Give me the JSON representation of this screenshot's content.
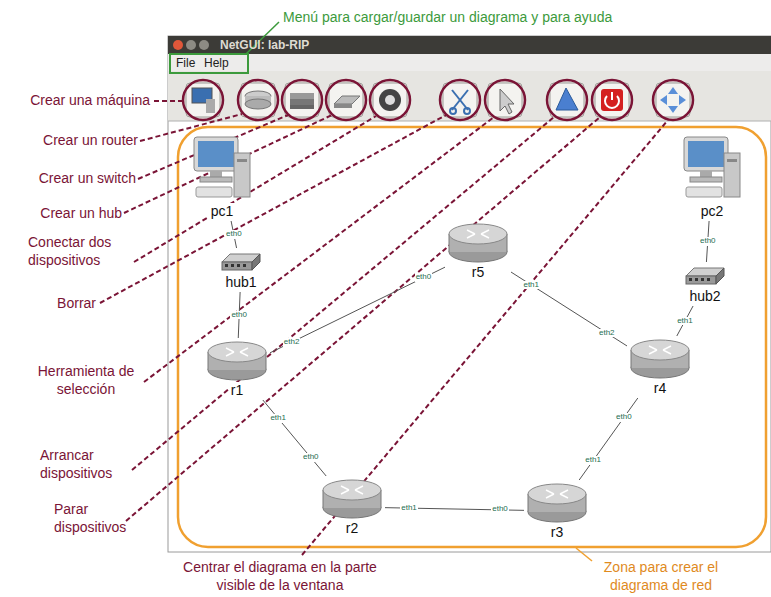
{
  "diagram": {
    "nodes": [
      {
        "text": [
          "pc1"
        ]
      },
      {
        "text": [
          "hub1"
        ]
      },
      {
        "text": [
          "r5"
        ]
      },
      {
        "text": [
          "pc2"
        ]
      },
      {
        "text": [
          "hub2"
        ]
      },
      {
        "text": [
          "r1"
        ]
      },
      {
        "text": [
          "r4"
        ]
      },
      {
        "text": [
          "r2"
        ]
      },
      {
        "text": [
          "r3"
        ]
      }
    ],
    "edges": [
      {
        "from": 0,
        "to": 1,
        "arrow": "none"
      },
      {
        "from": 1,
        "to": 5,
        "arrow": "none"
      },
      {
        "from": 5,
        "to": 2,
        "arrow": "none"
      },
      {
        "from": 2,
        "to": 6,
        "arrow": "none"
      },
      {
        "from": 3,
        "to": 4,
        "arrow": "none"
      },
      {
        "from": 4,
        "to": 6,
        "arrow": "none"
      },
      {
        "from": 6,
        "to": 8,
        "arrow": "none"
      },
      {
        "from": 8,
        "to": 7,
        "arrow": "none"
      },
      {
        "from": 7,
        "to": 5,
        "arrow": "none"
      }
    ],
    "labels": [
      "NetGUI: lab-RIP",
      "File",
      "Help",
      "Menú para cargar/guardar un diagrama y para ayuda",
      "Crear una máquina",
      "Crear un router",
      "Crear un switch",
      "Crear un hub",
      "Conectar dos dispositivos",
      "Borrar",
      "Herramienta de selección",
      "Arrancar dispositivos",
      "Parar dispositivos",
      "Centrar el diagrama en la parte visible de la ventana",
      "Zona para crear el diagrama de red",
      "eth0",
      "eth0",
      "eth2",
      "eth0",
      "eth1",
      "eth2",
      "eth0",
      "eth1",
      "eth0",
      "eth1",
      "eth0",
      "eth1",
      "eth0",
      "eth1"
    ]
  }
}
